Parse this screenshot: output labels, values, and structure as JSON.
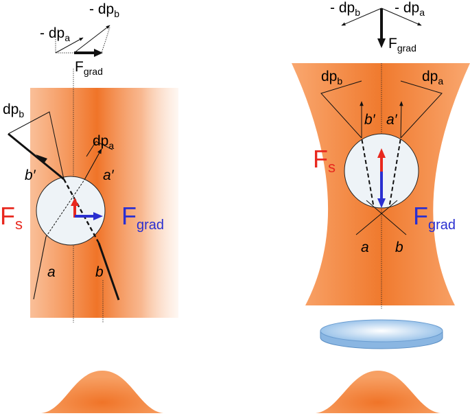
{
  "left_panel": {
    "vector_top": {
      "neg_dpa": {
        "main": "- dp",
        "sub": "a"
      },
      "neg_dpb": {
        "main": "- dp",
        "sub": "b"
      },
      "fgrad": {
        "main": "F",
        "sub": "grad"
      }
    },
    "dp_b": {
      "main": "dp",
      "sub": "b"
    },
    "dp_a": {
      "main": "dp",
      "sub": "a"
    },
    "b_prime": "b′",
    "a_prime": "a′",
    "ray_a": "a",
    "ray_b": "b",
    "fs": {
      "main": "F",
      "sub": "s"
    },
    "fgrad_side": {
      "main": "F",
      "sub": "grad"
    }
  },
  "right_panel": {
    "vector_top": {
      "neg_dpb": {
        "main": "- dp",
        "sub": "b"
      },
      "neg_dpa": {
        "main": "- dp",
        "sub": "a"
      },
      "fgrad": {
        "main": "F",
        "sub": "grad"
      }
    },
    "dp_b": {
      "main": "dp",
      "sub": "b"
    },
    "dp_a": {
      "main": "dp",
      "sub": "a"
    },
    "b_prime": "b′",
    "a_prime": "a′",
    "ray_a": "a",
    "ray_b": "b",
    "fs": {
      "main": "F",
      "sub": "s"
    },
    "fgrad_side": {
      "main": "F",
      "sub": "grad"
    }
  },
  "colors": {
    "beam_orange": "#f07a2e",
    "scattering_force": "#e8281e",
    "gradient_force": "#2a2fd0",
    "bead_fill": "#eef3f7",
    "lens_blue": "#9cc4ea"
  }
}
